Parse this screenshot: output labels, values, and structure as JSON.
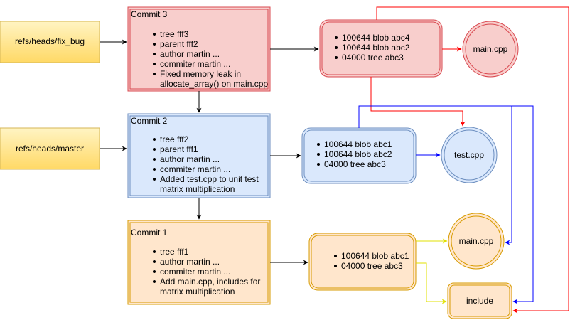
{
  "refs": {
    "fix_bug": "refs/heads/fix_bug",
    "master": "refs/heads/master"
  },
  "commits": {
    "c3": {
      "title": "Commit 3",
      "lines": [
        "tree fff3",
        "parent fff2",
        "author martin ...",
        "commiter martin ...",
        "Fixed memory leak in",
        "allocate_array() on main.cpp"
      ],
      "bullets": [
        true,
        true,
        true,
        true,
        true,
        false
      ]
    },
    "c2": {
      "title": "Commit 2",
      "lines": [
        "tree fff2",
        "parent fff1",
        "author martin ...",
        "commiter martin ...",
        "Added test.cpp to unit test",
        "matrix multiplication"
      ],
      "bullets": [
        true,
        true,
        true,
        true,
        true,
        false
      ]
    },
    "c1": {
      "title": "Commit 1",
      "lines": [
        "tree fff1",
        "author martin ...",
        "commiter martin ...",
        "Add main.cpp, includes for",
        "matrix multiplication"
      ],
      "bullets": [
        true,
        true,
        true,
        true,
        false
      ]
    }
  },
  "trees": {
    "t3": [
      "100644 blob abc4",
      "100644 blob abc2",
      "04000 tree abc3"
    ],
    "t2": [
      "100644 blob abc1",
      "100644 blob abc2",
      "04000 tree abc3"
    ],
    "t1": [
      "100644 blob abc1",
      "04000 tree abc3"
    ]
  },
  "blobs": {
    "main_red": "main.cpp",
    "test_blue": "test.cpp",
    "main_orange": "main.cpp",
    "include": "include"
  },
  "colors": {
    "red_fill": "#f8cecc",
    "red_stroke": "#d9484f",
    "blue_fill": "#dae8fc",
    "blue_stroke": "#6c8ebf",
    "orange_fill": "#ffe6cc",
    "orange_stroke": "#d79b00",
    "yellow_fill": "#fff2b0",
    "yellow_stroke": "#d6b656",
    "arrow_red": "#ff0000",
    "arrow_blue": "#0000ff",
    "arrow_yellow": "#e0e000"
  }
}
